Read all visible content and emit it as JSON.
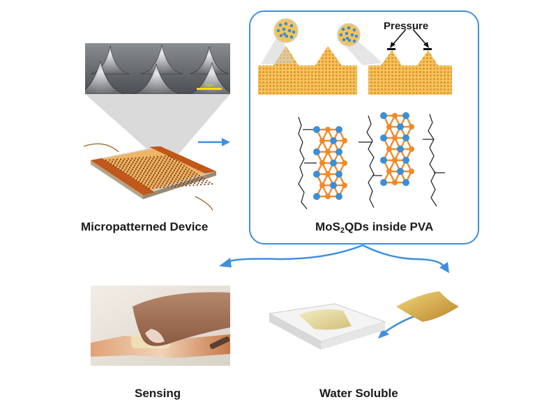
{
  "labels": {
    "device": "Micropatterned Device",
    "mos2_prefix": "MoS",
    "mos2_sub": "2",
    "mos2_suffix": "QDs inside PVA",
    "sensing": "Sensing",
    "water": "Water Soluble",
    "pressure": "Pressure",
    "sem_scale": "20µm"
  },
  "colors": {
    "accent_blue": "#3e8fe0",
    "orange_mos": "#f08a28",
    "blue_mo": "#3a8fd8",
    "dots_bg": "#f4c45a",
    "film": "#d9a33c"
  }
}
